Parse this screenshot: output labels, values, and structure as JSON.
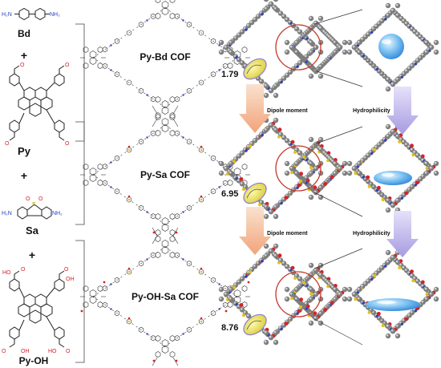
{
  "monomers": {
    "bd": "Bd",
    "py": "Py",
    "sa": "Sa",
    "pyoh": "Py-OH",
    "plus": "+",
    "amine": "NH₂",
    "amine_left": "H₂N",
    "oxygen": "O",
    "sulfur": "S",
    "hydroxyl": "OH",
    "hydroxyl_left": "HO"
  },
  "cofs": {
    "pybd": "Py-Bd COF",
    "pysa": "Py-Sa COF",
    "pyohsa": "Py-OH-Sa COF"
  },
  "dipoles": {
    "pybd": "1.79",
    "pysa": "6.95",
    "pyohsa": "8.76"
  },
  "arrows": {
    "dipole": "Dipole moment",
    "hydrophilicity": "Hydrophilicity"
  },
  "colors": {
    "framework_gray": "#8a8a8a",
    "nitrogen_blue": "#2a3fc4",
    "oxygen_red": "#d2232a",
    "sulfur_yellow": "#e0c21a",
    "water_blue": "#4aa3e6",
    "dipole_yellow": "#f1ea4e",
    "arrow_orange": "#f2a37a",
    "arrow_violet": "#a79be0",
    "focus_circle": "#c0392b"
  }
}
